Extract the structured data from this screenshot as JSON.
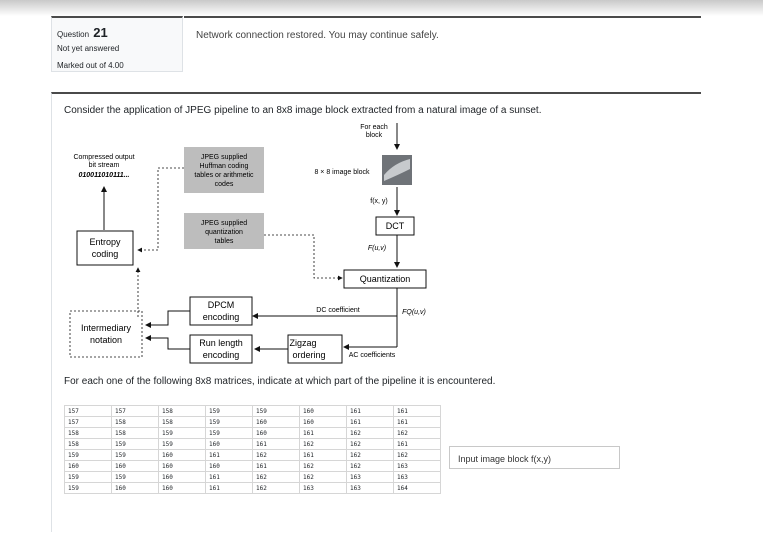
{
  "question": {
    "label": "Question",
    "number": "21",
    "state": "Not yet answered",
    "mark": "Marked out of 4.00"
  },
  "notice": "Network connection restored. You may continue safely.",
  "question_text": "Consider the application of JPEG pipeline to an 8x8 image block extracted from a natural image of a sunset.",
  "diagram": {
    "for_each_1": "For each",
    "for_each_2": "block",
    "compressed_1": "Compressed output",
    "compressed_2": "bit stream",
    "compressed_3": "010011010111...",
    "huffman_1": "JPEG supplied",
    "huffman_2": "Huffman coding",
    "huffman_3": "tables or arithmetic",
    "huffman_4": "codes",
    "image_block": "8 × 8 image block",
    "fxy": "f(x, y)",
    "dct": "DCT",
    "fuv": "F(u,v)",
    "quanttab_1": "JPEG supplied",
    "quanttab_2": "quantization",
    "quanttab_3": "tables",
    "entropy_1": "Entropy",
    "entropy_2": "coding",
    "quantization": "Quantization",
    "dpcm_1": "DPCM",
    "dpcm_2": "encoding",
    "dc": "DC coefficient",
    "fquv": "FQ(u,v)",
    "inter_1": "Intermediary",
    "inter_2": "notation",
    "rle_1": "Run length",
    "rle_2": "encoding",
    "zig_1": "Zigzag",
    "zig_2": "ordering",
    "ac": "AC coefficients"
  },
  "sub_question": "For each one of the following 8x8 matrices, indicate at which part of the pipeline it is encountered.",
  "matrix": [
    [
      "157",
      "157",
      "158",
      "159",
      "159",
      "160",
      "161",
      "161"
    ],
    [
      "157",
      "158",
      "158",
      "159",
      "160",
      "160",
      "161",
      "161"
    ],
    [
      "158",
      "158",
      "159",
      "159",
      "160",
      "161",
      "162",
      "162"
    ],
    [
      "158",
      "159",
      "159",
      "160",
      "161",
      "162",
      "162",
      "161"
    ],
    [
      "159",
      "159",
      "160",
      "161",
      "162",
      "161",
      "162",
      "162"
    ],
    [
      "160",
      "160",
      "160",
      "160",
      "161",
      "162",
      "162",
      "163"
    ],
    [
      "159",
      "159",
      "160",
      "161",
      "162",
      "162",
      "163",
      "163"
    ],
    [
      "159",
      "160",
      "160",
      "161",
      "162",
      "163",
      "163",
      "164"
    ]
  ],
  "answer_value": "Input image block f(x,y)"
}
